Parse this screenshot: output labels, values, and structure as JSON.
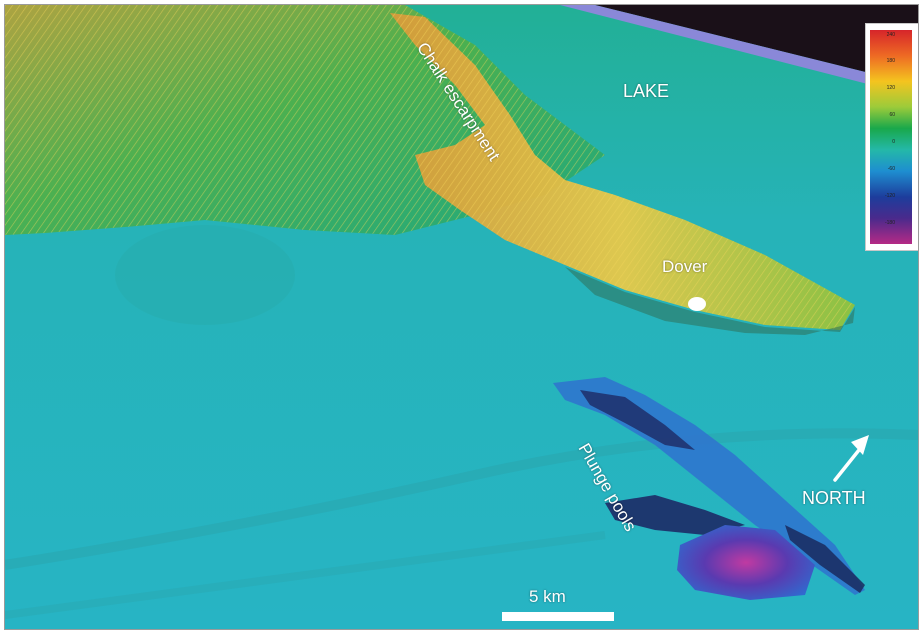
{
  "labels": {
    "lake": "LAKE",
    "chalk_escarpment": "Chalk escarpment",
    "dover": "Dover",
    "plunge_pools": "Plunge pools",
    "north": "NORTH"
  },
  "scale_bar": {
    "label": "5 km"
  },
  "legend": {
    "ticks": [
      "240",
      "180",
      "120",
      "60",
      "0",
      "-60",
      "-120",
      "-180"
    ]
  },
  "icons": {
    "north_arrow": "north-arrow-icon",
    "dover_marker": "location-dot-icon"
  },
  "colors": {
    "sea_floor": "#25b3bd",
    "lowland": "#1ea85a",
    "highland": "#e8c94a",
    "deep": "#4b2e9a",
    "text": "#ffffff"
  }
}
